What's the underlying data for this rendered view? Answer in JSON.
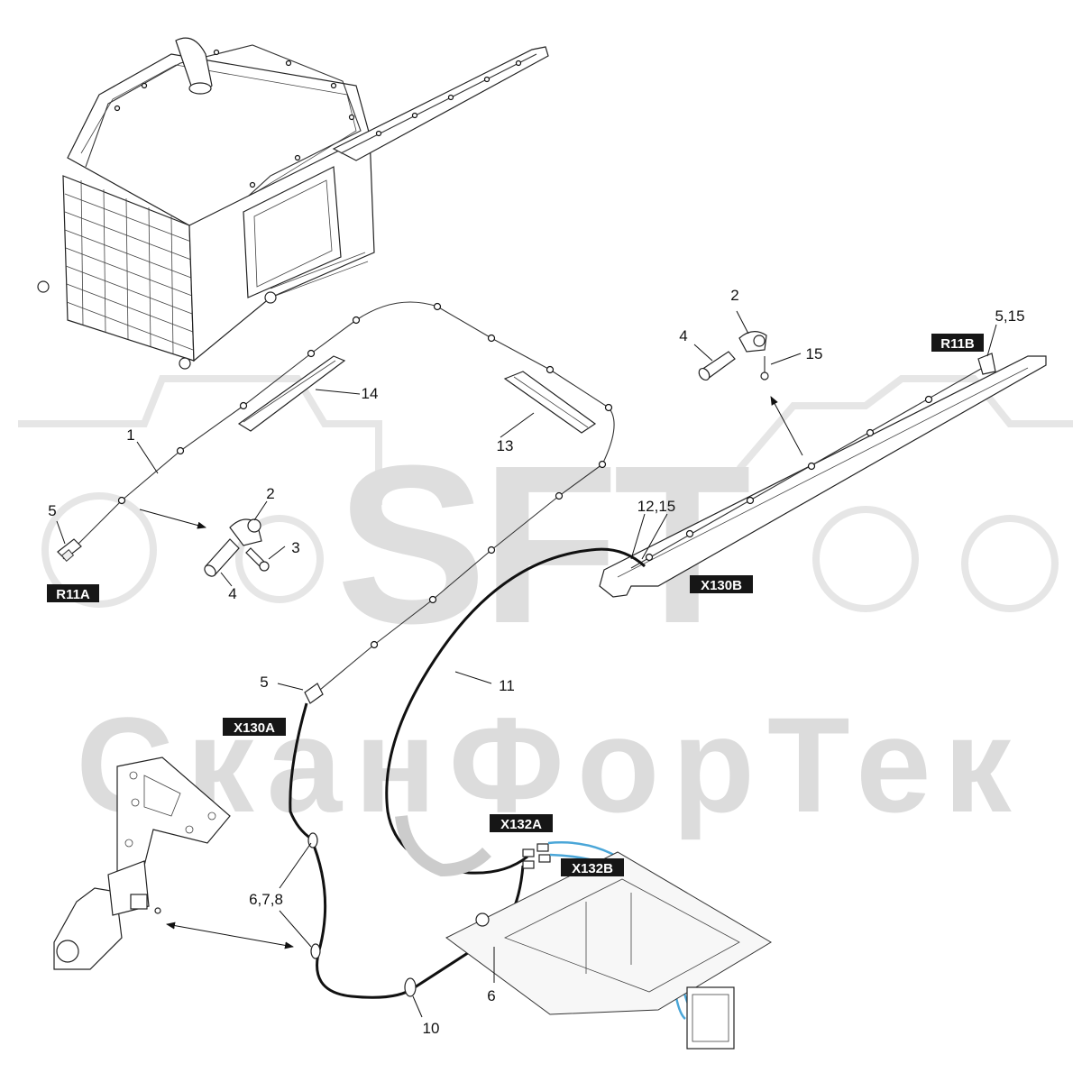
{
  "watermark": {
    "brand": "SFT",
    "company": "СканФорТек"
  },
  "connectors": {
    "r11a": "R11A",
    "r11b": "R11B",
    "x130a": "X130A",
    "x130b": "X130B",
    "x132a": "X132A",
    "x132b": "X132B"
  },
  "callouts": {
    "c1": "1",
    "c2_left": "2",
    "c2_right": "2",
    "c3": "3",
    "c4_left": "4",
    "c4_right": "4",
    "c5_left": "5",
    "c5_mid": "5",
    "c5_15": "5,15",
    "c15": "15",
    "c12_15": "12,15",
    "c11": "11",
    "c13": "13",
    "c14": "14",
    "c6_7_8": "6,7,8",
    "c6": "6",
    "c10": "10"
  },
  "colors": {
    "harness": "#111111",
    "blue_wire": "#4aa6d8",
    "watermark": "#dedede"
  }
}
